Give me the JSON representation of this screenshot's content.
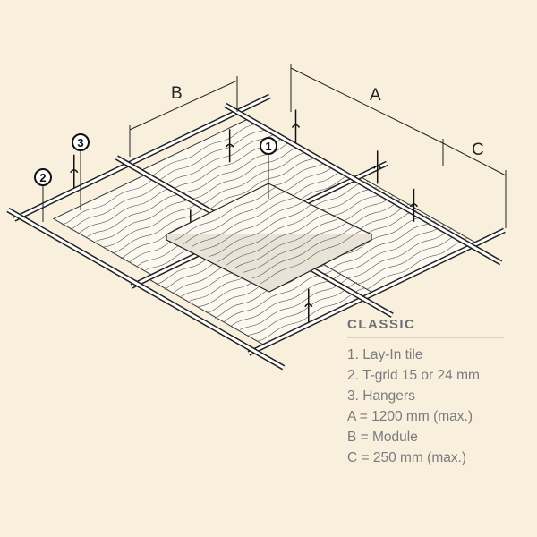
{
  "diagram": {
    "dimension_labels": {
      "a": "A",
      "b": "B",
      "c": "C"
    },
    "callouts": {
      "tile": "1",
      "grid": "2",
      "hangers": "3"
    }
  },
  "legend": {
    "title": "CLASSIC",
    "items": [
      "1. Lay-In tile",
      "2. T-grid 15 or 24 mm",
      "3. Hangers",
      "A = 1200 mm (max.)",
      "B = Module",
      "C = 250 mm (max.)"
    ]
  },
  "colors": {
    "background": "#f8f0dc",
    "text": "#7a7a80"
  }
}
